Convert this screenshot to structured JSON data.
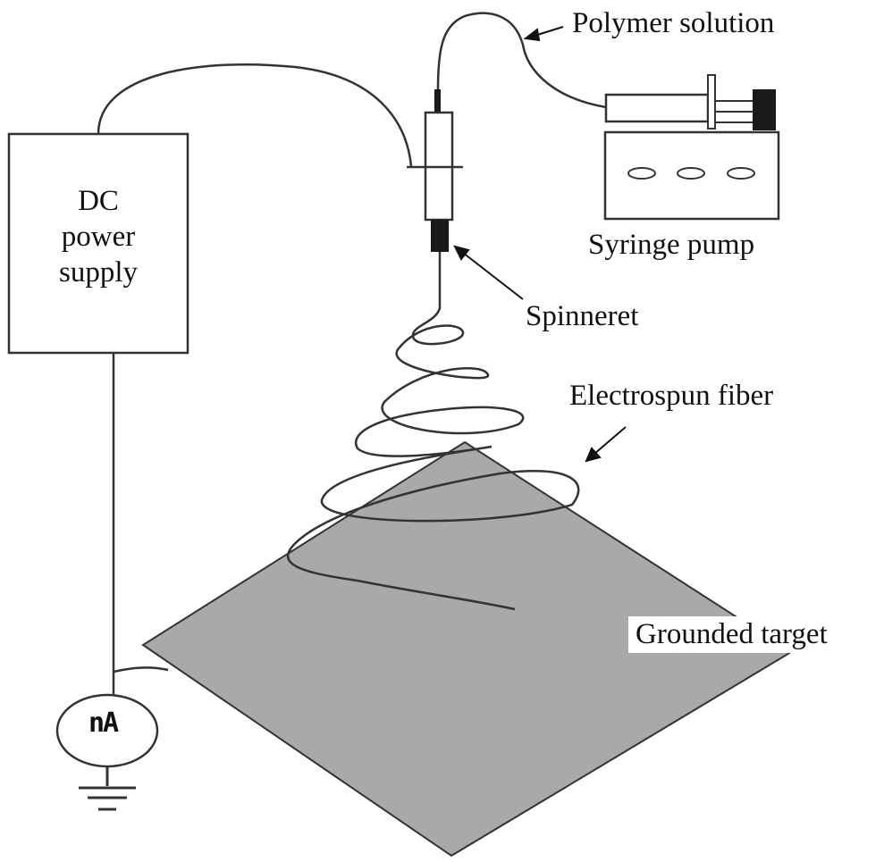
{
  "labels": {
    "polymer_solution": "Polymer solution",
    "syringe_pump": "Syringe pump",
    "spinneret": "Spinneret",
    "electrospun_fiber": "Electrospun fiber",
    "grounded_target": "Grounded target",
    "meter_unit": "nA",
    "power_supply": [
      "DC",
      "power",
      "supply"
    ]
  },
  "colors": {
    "line": "#333333",
    "target_fill": "#a9a9a9",
    "dark_part": "#1a1a1a"
  }
}
